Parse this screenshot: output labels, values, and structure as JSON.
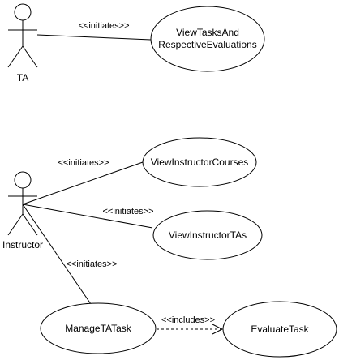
{
  "actors": [
    {
      "id": "ta",
      "label": "TA"
    },
    {
      "id": "instructor",
      "label": "Instructor"
    }
  ],
  "use_cases": [
    {
      "id": "view-tasks-and-evaluations",
      "lines": [
        "ViewTasksAnd",
        "RespectiveEvaluations"
      ]
    },
    {
      "id": "view-instructor-courses",
      "lines": [
        "ViewInstructorCourses"
      ]
    },
    {
      "id": "view-instructor-tas",
      "lines": [
        "ViewInstructorTAs"
      ]
    },
    {
      "id": "manage-ta-task",
      "lines": [
        "ManageTATask"
      ]
    },
    {
      "id": "evaluate-task",
      "lines": [
        "EvaluateTask"
      ]
    }
  ],
  "relations": [
    {
      "from": "ta",
      "to": "view-tasks-and-evaluations",
      "stereotype": "<<initiates>>",
      "style": "solid"
    },
    {
      "from": "instructor",
      "to": "view-instructor-courses",
      "stereotype": "<<initiates>>",
      "style": "solid"
    },
    {
      "from": "instructor",
      "to": "view-instructor-tas",
      "stereotype": "<<initiates>>",
      "style": "solid"
    },
    {
      "from": "instructor",
      "to": "manage-ta-task",
      "stereotype": "<<initiates>>",
      "style": "solid"
    },
    {
      "from": "manage-ta-task",
      "to": "evaluate-task",
      "stereotype": "<<includes>>",
      "style": "dashed-arrow"
    }
  ]
}
